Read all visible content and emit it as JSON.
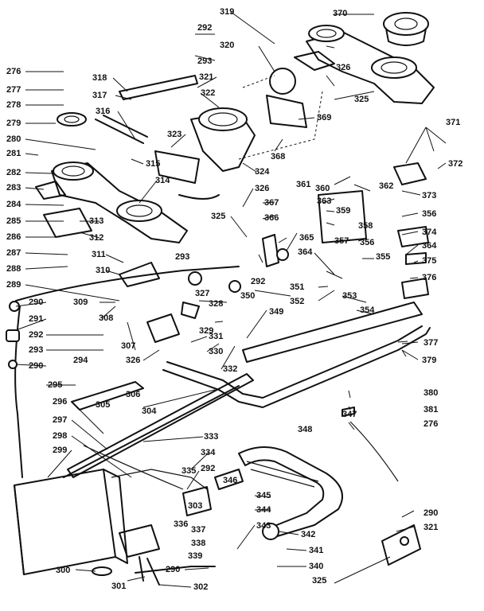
{
  "callouts": [
    "276",
    "277",
    "278",
    "279",
    "280",
    "281",
    "282",
    "283",
    "284",
    "285",
    "286",
    "287",
    "288",
    "289",
    "290",
    "291",
    "292",
    "293",
    "290",
    "294",
    "295",
    "296",
    "297",
    "298",
    "299",
    "300",
    "301",
    "302",
    "290",
    "303",
    "304",
    "305",
    "306",
    "307",
    "308",
    "309",
    "310",
    "311",
    "312",
    "313",
    "314",
    "315",
    "316",
    "317",
    "318",
    "319",
    "292",
    "320",
    "293",
    "321",
    "322",
    "323",
    "324",
    "325",
    "326",
    "327",
    "328",
    "329",
    "330",
    "331",
    "332",
    "333",
    "334",
    "335",
    "336",
    "337",
    "338",
    "339",
    "340",
    "341",
    "342",
    "343",
    "344",
    "345",
    "346",
    "292",
    "347",
    "348",
    "349",
    "350",
    "351",
    "352",
    "353",
    "354",
    "355",
    "356",
    "357",
    "358",
    "359",
    "360",
    "361",
    "362",
    "363",
    "364",
    "365",
    "366",
    "367",
    "368",
    "369",
    "325",
    "326",
    "370",
    "371",
    "372",
    "373",
    "356",
    "374",
    "364",
    "375",
    "376",
    "377",
    "379",
    "380",
    "381",
    "276",
    "290",
    "321",
    "325",
    "326",
    "293",
    "292"
  ]
}
